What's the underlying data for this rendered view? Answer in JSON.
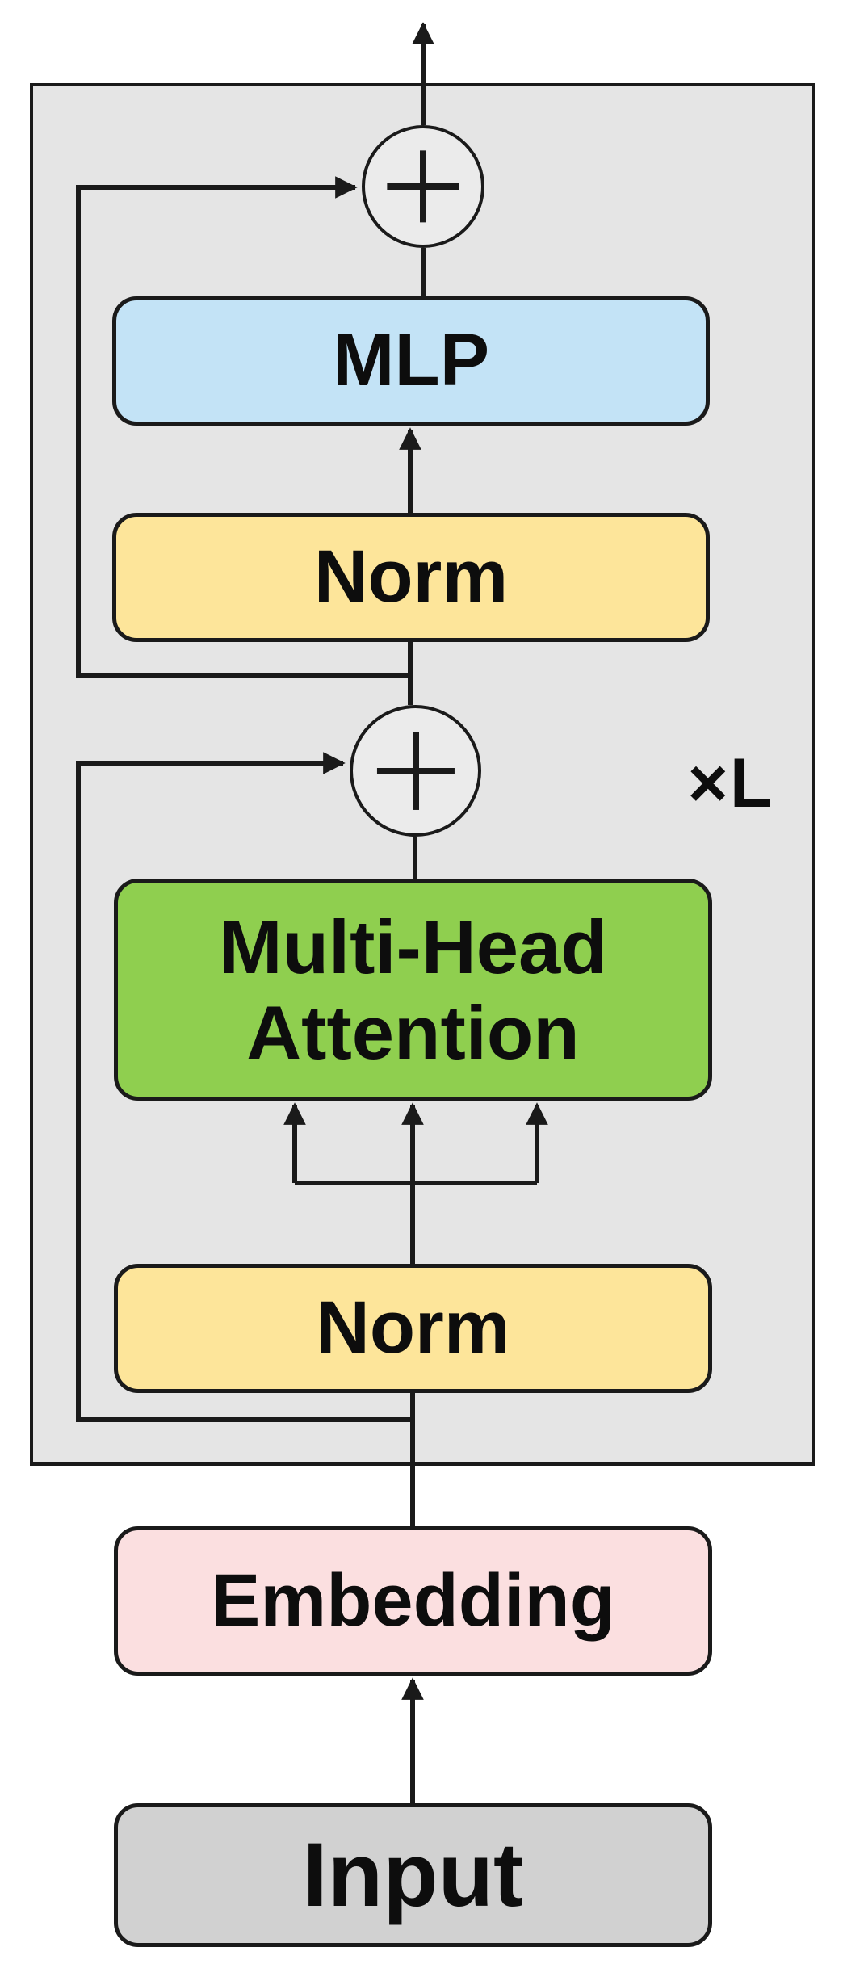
{
  "blocks": {
    "mlp": "MLP",
    "norm_top": "Norm",
    "attention": "Multi-Head\nAttention",
    "norm_bottom": "Norm",
    "embedding": "Embedding",
    "input": "Input"
  },
  "repeat_label": "×L",
  "colors": {
    "mlp": "#c3e3f6",
    "norm": "#fde59a",
    "attention": "#8fcf4f",
    "embedding": "#fbdfe0",
    "input": "#d1d1d1",
    "block_background": "#e5e5e5",
    "stroke": "#1a1a1a"
  }
}
